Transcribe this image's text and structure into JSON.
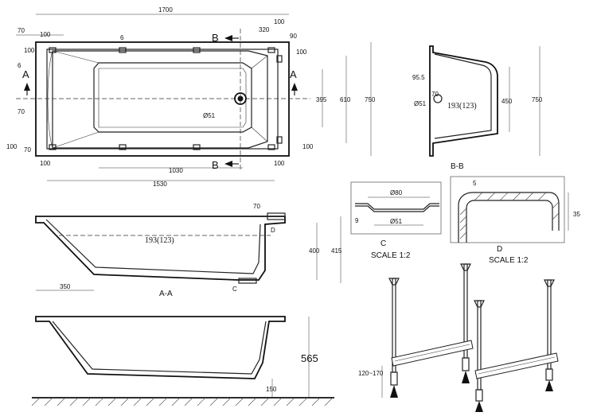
{
  "dims": {
    "overall_length": "1700",
    "d70_top": "70",
    "d100_a": "100",
    "d6_a": "6",
    "d100_b": "100",
    "d320": "320",
    "d90": "90",
    "d100_c": "100",
    "d100_left": "100",
    "d6_left": "6",
    "d70_left": "70",
    "d395": "395",
    "d610": "610",
    "d750": "750",
    "drain_dia": "Ø51",
    "d100_bl": "100",
    "d70_bl": "70",
    "d100_br": "100",
    "d100_bot": "100",
    "d100_bot_r": "100",
    "d1030": "1030",
    "d1530": "1530",
    "bb_95": "95.5",
    "bb_70": "70",
    "bb_d51": "Ø51",
    "bb_193": "193(123)",
    "bb_450": "450",
    "bb_750": "750",
    "aa_70": "70",
    "aa_193": "193(123)",
    "aa_400": "400",
    "aa_415": "415",
    "aa_350": "350",
    "c_80": "Ø80",
    "c_51": "Ø51",
    "c_9": "9",
    "d_5": "5",
    "d_35": "35",
    "side_565": "565",
    "side_150": "150",
    "legs_range": "120~170"
  },
  "labels": {
    "sec_a_left": "A",
    "sec_a_right": "A",
    "sec_b_top": "B",
    "sec_b_bottom": "B",
    "view_bb": "B-B",
    "view_aa": "A-A",
    "mark_c": "C",
    "mark_d": "D",
    "detail_c": "C",
    "detail_c_scale": "SCALE 1:2",
    "detail_d": "D",
    "detail_d_scale": "SCALE 1:2"
  },
  "colors": {
    "line": "#222222",
    "background": "#ffffff"
  }
}
